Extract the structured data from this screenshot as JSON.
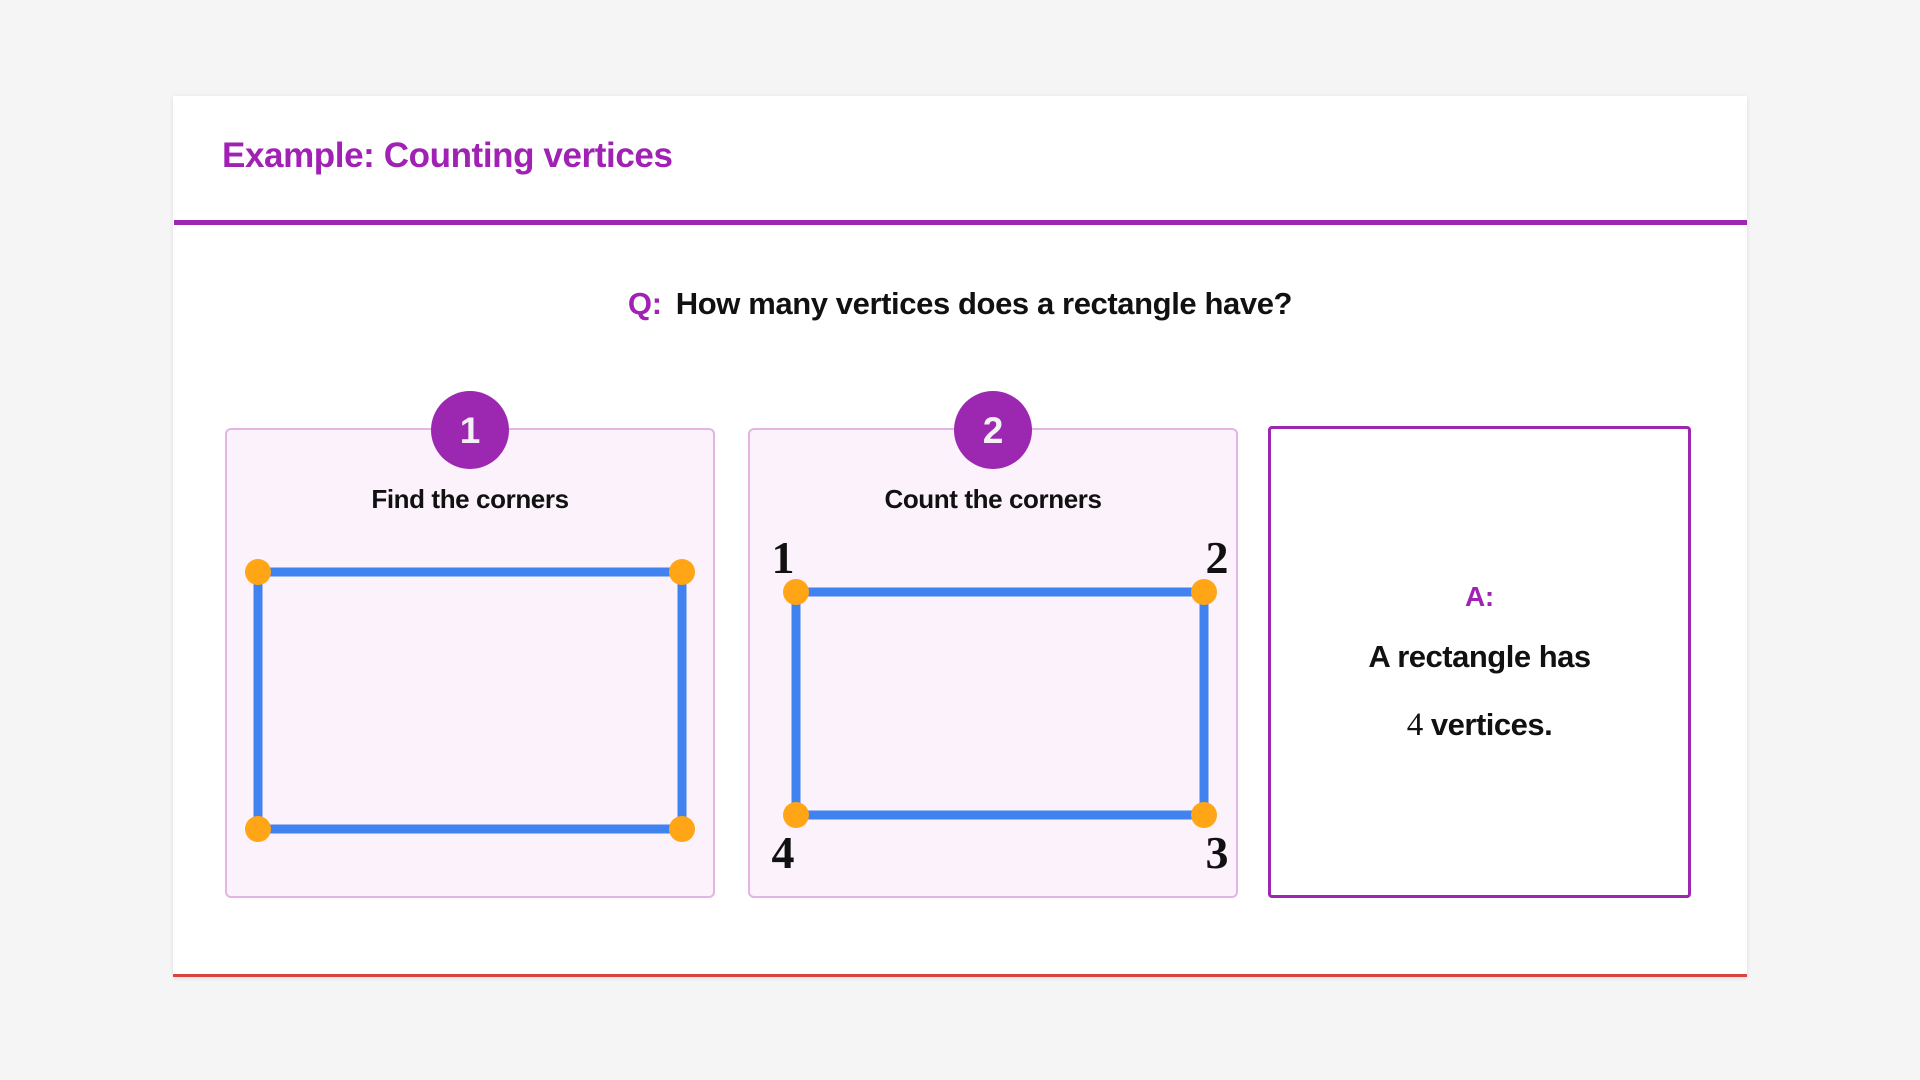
{
  "slide": {
    "title": "Example: Counting vertices",
    "accent_color": "#9c27b0",
    "title_color": "#a021b4",
    "card_background": "#ffffff",
    "page_background": "#f5f5f5",
    "bottom_rule_color": "#d6453f"
  },
  "question": {
    "marker": "Q:",
    "text": "How many vertices does a rectangle have?"
  },
  "steps": [
    {
      "badge": "1",
      "title": "Find the corners",
      "panel_background": "#fbf2fb",
      "panel_border": "#e2b5e4",
      "shape": {
        "type": "rectangle",
        "edge_color": "#3f82f0",
        "vertex_color": "#ffa516",
        "vertex_labels": []
      }
    },
    {
      "badge": "2",
      "title": "Count the corners",
      "panel_background": "#fbf2fb",
      "panel_border": "#e2b5e4",
      "shape": {
        "type": "rectangle",
        "edge_color": "#3f82f0",
        "vertex_color": "#ffa516",
        "vertex_labels": [
          "1",
          "2",
          "3",
          "4"
        ]
      }
    }
  ],
  "answer": {
    "marker": "A:",
    "line1": "A rectangle has",
    "number": "4",
    "line2_rest": " vertices.",
    "panel_border": "#9c27b0"
  }
}
